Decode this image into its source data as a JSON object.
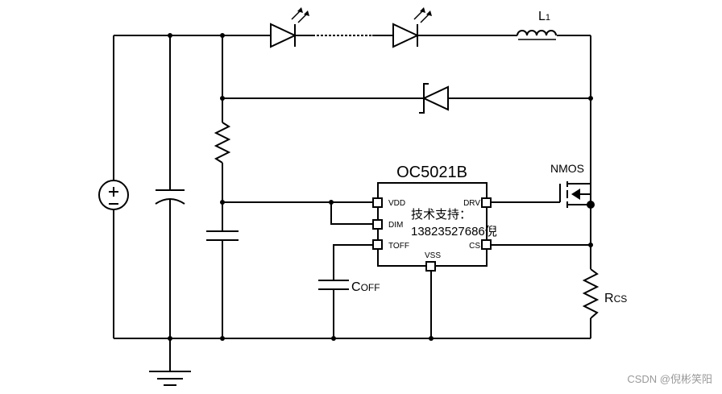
{
  "ic": {
    "part": "OC5021B",
    "pins": {
      "vdd": "VDD",
      "dim": "DIM",
      "toff": "TOFF",
      "vss": "VSS",
      "drv": "DRV",
      "cs": "CS"
    }
  },
  "components": {
    "inductor": {
      "main": "L",
      "sub": "1"
    },
    "mosfet": "NMOS",
    "sense_resistor": {
      "main": "R",
      "sub": "CS"
    },
    "off_capacitor": {
      "main": "C",
      "sub": "OFF"
    }
  },
  "overlay_text": {
    "line1": "技术支持：",
    "line2": "13823527686倪"
  },
  "watermark": "CSDN @倪彬笑阳"
}
